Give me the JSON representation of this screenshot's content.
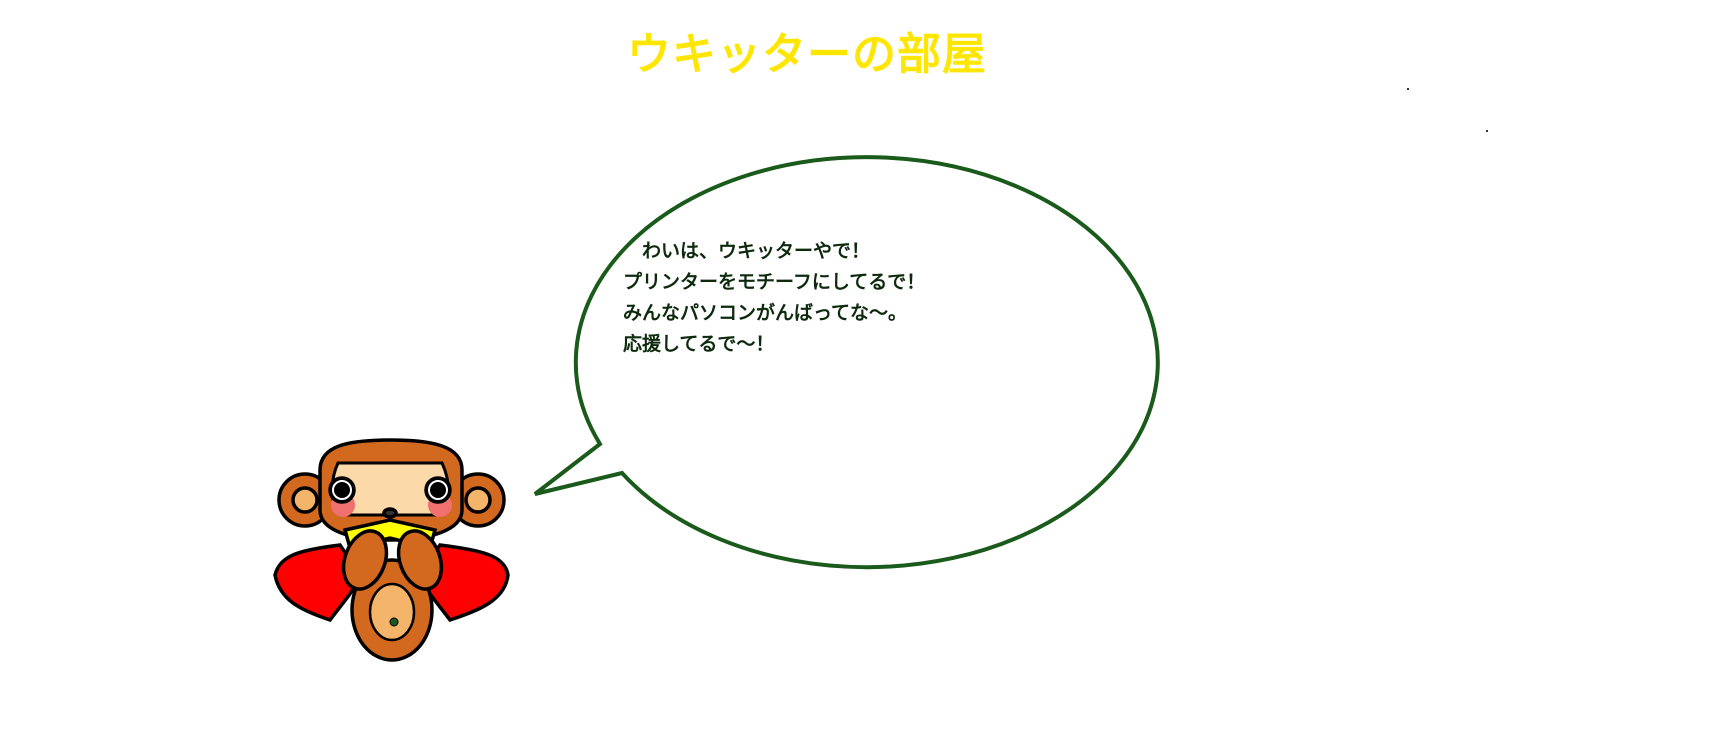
{
  "title": "ウキッターの部屋",
  "speech": {
    "lines": [
      "　わいは、ウキッターやで！",
      "プリンターをモチーフにしてるで！",
      "みんなパソコンがんばってな～。",
      "応援してるで～！"
    ]
  },
  "colors": {
    "title": "#ffe600",
    "bubble_border": "#1a5a1a",
    "speech_text": "#0d2a0d"
  }
}
